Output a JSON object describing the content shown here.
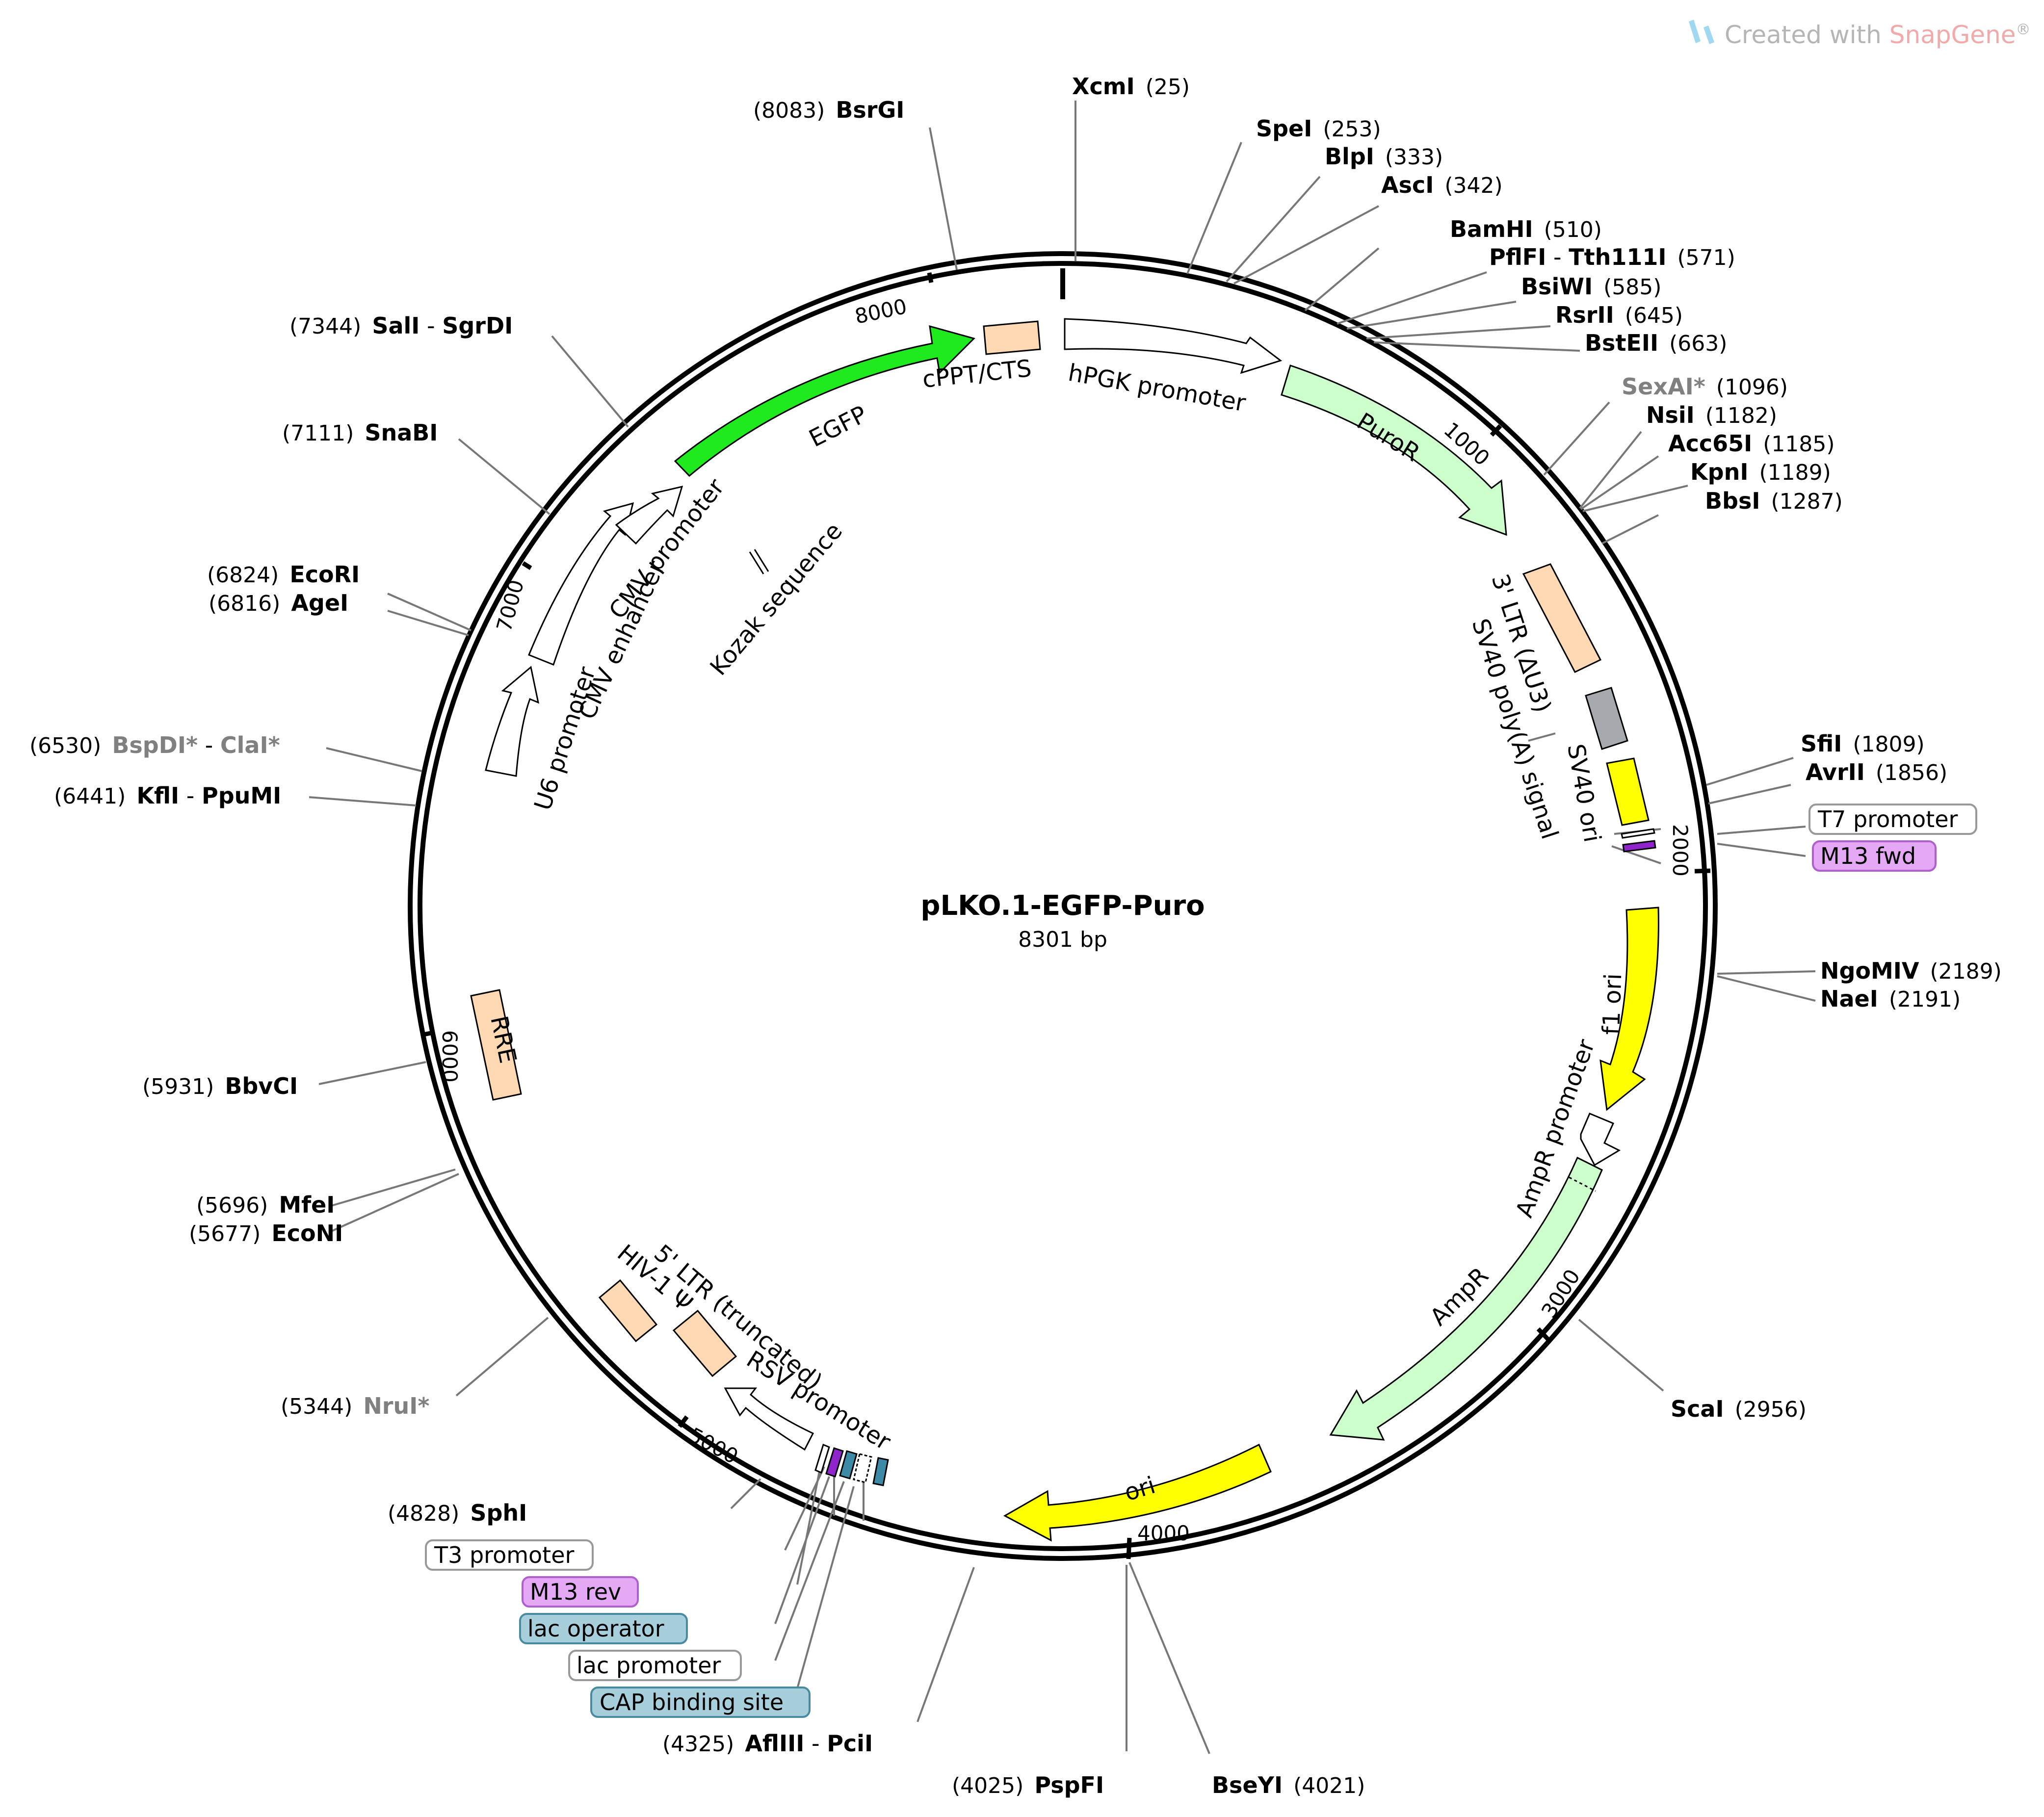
{
  "watermark": {
    "prefix": "Created with ",
    "brand": "SnapGene",
    "suffix": "®"
  },
  "plasmid": {
    "name": "pLKO.1-EGFP-Puro",
    "size": "8301 bp"
  },
  "ticks": [
    "1000",
    "2000",
    "3000",
    "4000",
    "5000",
    "6000",
    "7000",
    "8000"
  ],
  "enzymes": [
    {
      "name": "XcmI",
      "pos": "(25)"
    },
    {
      "name": "SpeI",
      "pos": "(253)"
    },
    {
      "name": "BlpI",
      "pos": "(333)"
    },
    {
      "name": "AscI",
      "pos": "(342)"
    },
    {
      "name": "BamHI",
      "pos": "(510)"
    },
    {
      "name": "PflFI",
      "sep": " - ",
      "name2": "Tth111I",
      "pos": "(571)"
    },
    {
      "name": "BsiWI",
      "pos": "(585)"
    },
    {
      "name": "RsrII",
      "pos": "(645)"
    },
    {
      "name": "BstEII",
      "pos": "(663)"
    },
    {
      "name": "SexAI*",
      "pos": "(1096)"
    },
    {
      "name": "NsiI",
      "pos": "(1182)"
    },
    {
      "name": "Acc65I",
      "pos": "(1185)"
    },
    {
      "name": "KpnI",
      "pos": "(1189)"
    },
    {
      "name": "BbsI",
      "pos": "(1287)"
    },
    {
      "name": "SfiI",
      "pos": "(1809)"
    },
    {
      "name": "AvrII",
      "pos": "(1856)"
    },
    {
      "name": "NgoMIV",
      "pos": "(2189)"
    },
    {
      "name": "NaeI",
      "pos": "(2191)"
    },
    {
      "name": "ScaI",
      "pos": "(2956)"
    },
    {
      "name": "BseYI",
      "pos": "(4021)"
    },
    {
      "name": "PspFI",
      "pos": "(4025)"
    },
    {
      "name": "AflIII",
      "sep": " - ",
      "name2": "PciI",
      "pos": "(4325)"
    },
    {
      "name": "SphI",
      "pos": "(4828)"
    },
    {
      "name": "NruI*",
      "pos": "(5344)"
    },
    {
      "name": "EcoNI",
      "pos": "(5677)"
    },
    {
      "name": "MfeI",
      "pos": "(5696)"
    },
    {
      "name": "BbvCI",
      "pos": "(5931)"
    },
    {
      "name": "KflI",
      "sep": " - ",
      "name2": "PpuMI",
      "pos": "(6441)"
    },
    {
      "name": "BspDI*",
      "sep": " - ",
      "name2": "ClaI*",
      "pos": "(6530)"
    },
    {
      "name": "AgeI",
      "pos": "(6816)"
    },
    {
      "name": "EcoRI",
      "pos": "(6824)"
    },
    {
      "name": "SnaBI",
      "pos": "(7111)"
    },
    {
      "name": "SalI",
      "sep": " - ",
      "name2": "SgrDI",
      "pos": "(7344)"
    },
    {
      "name": "BsrGI",
      "pos": "(8083)"
    }
  ],
  "primers": [
    "T7 promoter",
    "M13 fwd",
    "T3 promoter",
    "M13 rev",
    "lac operator",
    "lac promoter",
    "CAP binding site"
  ],
  "features": [
    "cPPT/CTS",
    "hPGK promoter",
    "PuroR",
    "3' LTR (ΔU3)",
    "SV40 poly(A) signal",
    "SV40 ori",
    "f1 ori",
    "AmpR promoter",
    "AmpR",
    "ori",
    "RSV promoter",
    "5' LTR (truncated)",
    "HIV-1 Ψ",
    "RRE",
    "U6 promoter",
    "CMV enhancer",
    "CMV promoter",
    "EGFP",
    "Kozak sequence"
  ],
  "colors": {
    "egfp": "#1eea1e",
    "puro": "#ccffcc",
    "ampr": "#ccffcc",
    "yellow": "#ffff00",
    "ltr": "#ffd9b3",
    "gray": "#a6a9ad",
    "white": "#ffffff",
    "primer": "#e5a8f5",
    "lac": "#a7cfdb"
  }
}
